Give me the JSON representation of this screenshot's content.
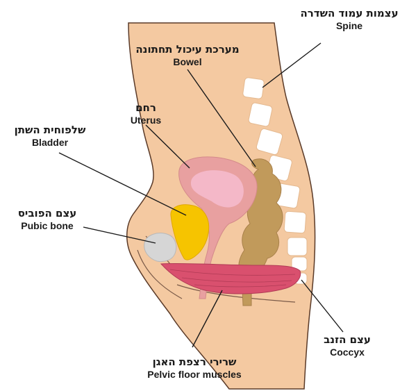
{
  "labels": {
    "spine": {
      "hebrew": "עצמות עמוד השדרה",
      "english": "Spine"
    },
    "bowel": {
      "hebrew": "מערכת עיכול תחתונה",
      "english": "Bowel"
    },
    "uterus": {
      "hebrew": "רחם",
      "english": "Uterus"
    },
    "bladder": {
      "hebrew": "שלפוחית השתן",
      "english": "Bladder"
    },
    "pubic": {
      "hebrew": "עצם הפוביס",
      "english": "Pubic bone"
    },
    "coccyx": {
      "hebrew": "עצם הזנב",
      "english": "Coccyx"
    },
    "pelvic": {
      "hebrew": "שרירי רצפת האגן",
      "english": "Pelvic floor muscles"
    }
  },
  "colors": {
    "skin": "#f4c9a1",
    "skin_outline": "#5a3a28",
    "vertebra": "#ffffff",
    "bowel": "#c19a5b",
    "uterus": "#e8a0a0",
    "uterus_inner": "#f4b8c8",
    "bladder": "#f6c400",
    "pubic_bone": "#d6d6d6",
    "pelvic_muscle": "#d9506e"
  }
}
